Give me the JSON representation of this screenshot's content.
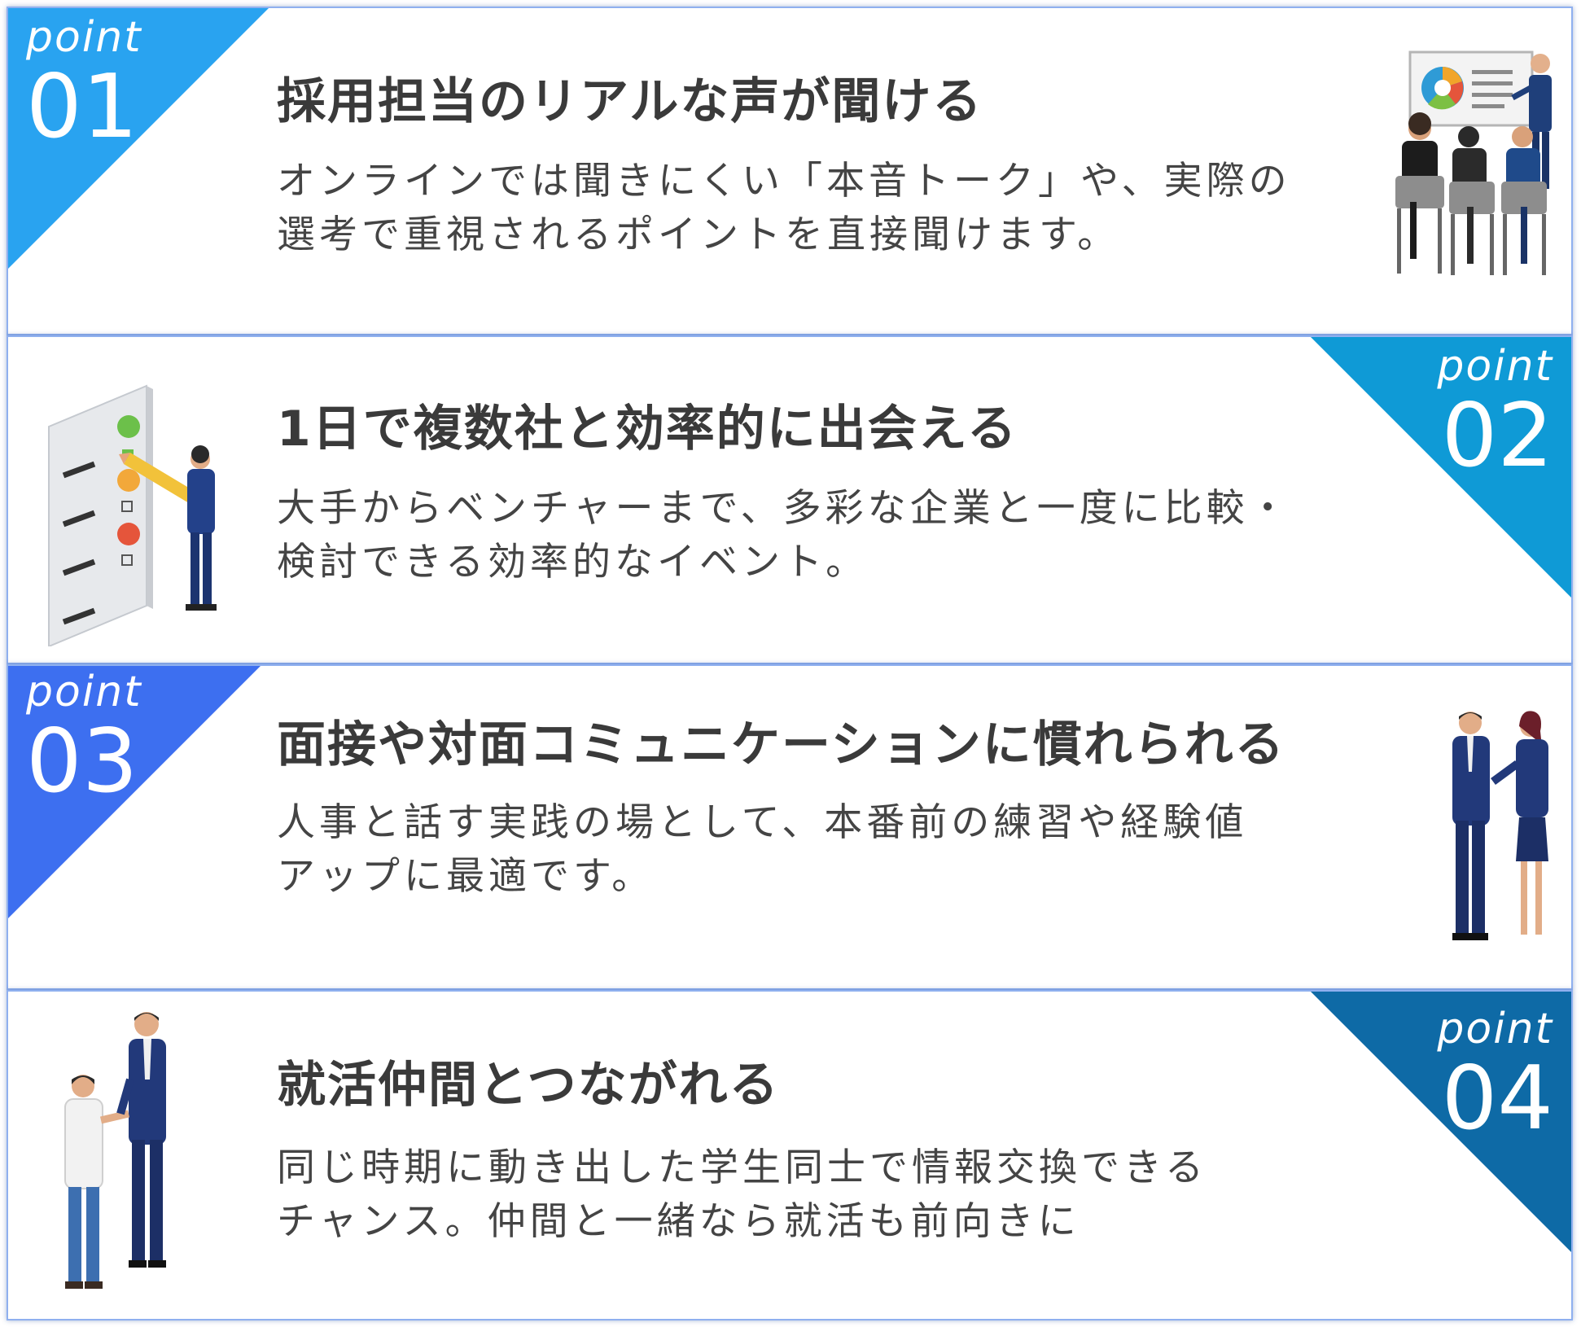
{
  "points": [
    {
      "label": "point",
      "number": "01",
      "title": "採用担当のリアルな声が聞ける",
      "description": "オンラインでは聞きにくい「本音トーク」や、実際の\n選考で重視されるポイントを直接聞けます。",
      "color": "#29a3f0",
      "illustration": "presentation-meeting"
    },
    {
      "label": "point",
      "number": "02",
      "title": "1日で複数社と効率的に出会える",
      "description": "大手からベンチャーまで、多彩な企業と一度に比較・\n検討できる効率的なイベント。",
      "color": "#0f9ad6",
      "illustration": "evaluation-board"
    },
    {
      "label": "point",
      "number": "03",
      "title": "面接や対面コミュニケーションに慣れられる",
      "description": "人事と話す実践の場として、本番前の練習や経験値\nアップに最適です。",
      "color": "#3d6ff0",
      "illustration": "business-conversation"
    },
    {
      "label": "point",
      "number": "04",
      "title": "就活仲間とつながれる",
      "description": "同じ時期に動き出した学生同士で情報交換できる\nチャンス。仲間と一緒なら就活も前向きに",
      "color": "#0e6aa6",
      "illustration": "handshake"
    }
  ]
}
